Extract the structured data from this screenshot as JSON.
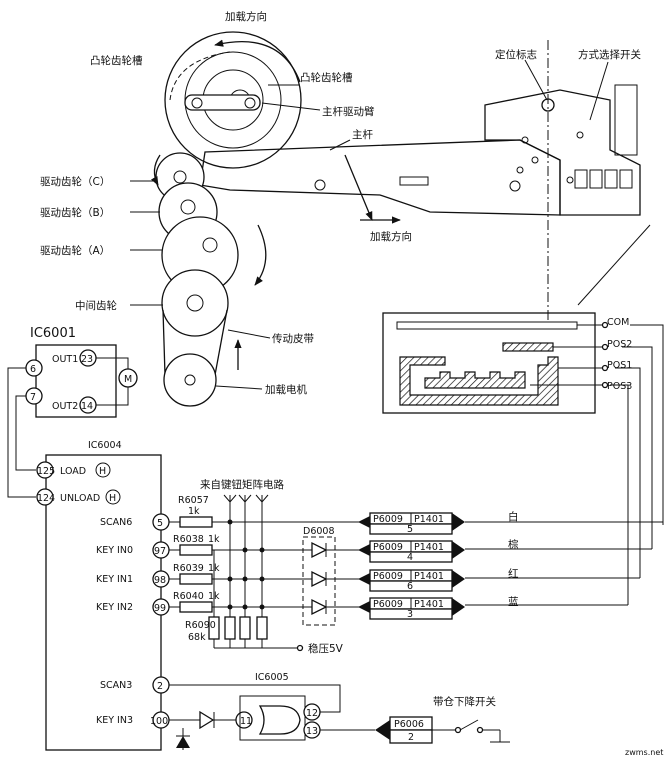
{
  "mechanism_labels": {
    "load_dir_top": "加载方向",
    "cam_gear_groove_left": "凸轮齿轮槽",
    "cam_gear_groove_right": "凸轮齿轮槽",
    "main_lever_arm": "主杆驱动臂",
    "main_lever": "主杆",
    "locate_mark": "定位标志",
    "mode_switch": "方式选择开关",
    "drive_gear_c": "驱动齿轮（C）",
    "drive_gear_b": "驱动齿轮（B）",
    "drive_gear_a": "驱动齿轮（A）",
    "load_dir_mid": "加载方向",
    "middle_gear": "中间齿轮",
    "belt": "传动皮带",
    "load_motor": "加载电机"
  },
  "ic6001": {
    "name": "IC6001",
    "pins": {
      "p6": "6",
      "p7": "7",
      "p23": "23",
      "p14": "14"
    },
    "out1": "OUT1",
    "out2": "OUT2",
    "motor": "M"
  },
  "ic6004": {
    "name": "IC6004",
    "load_pin": "125",
    "load_label": "LOAD",
    "unload_pin": "124",
    "unload_label": "UNLOAD",
    "h": "H",
    "pins": [
      {
        "num": "5",
        "label": "SCAN6"
      },
      {
        "num": "97",
        "label": "KEY IN0"
      },
      {
        "num": "98",
        "label": "KEY IN1"
      },
      {
        "num": "99",
        "label": "KEY IN2"
      },
      {
        "num": "2",
        "label": "SCAN3"
      },
      {
        "num": "100",
        "label": "KEY IN3"
      }
    ]
  },
  "resistors": {
    "r6057": "R6057",
    "r6057_val": "1k",
    "r6038": "R6038",
    "r6038_val": "1k",
    "r6039": "R6039",
    "r6039_val": "1k",
    "r6040": "R6040",
    "r6040_val": "1k",
    "r6090": "R6090",
    "r6090_val": "68k"
  },
  "key_matrix_label": "来自键钮矩阵电路",
  "regulated": "稳压5V",
  "diode": "D6008",
  "connectors": [
    {
      "a": "P6009",
      "b": "P1401",
      "pin": "5",
      "wire": "白"
    },
    {
      "a": "P6009",
      "b": "P1401",
      "pin": "4",
      "wire": "棕"
    },
    {
      "a": "P6009",
      "b": "P1401",
      "pin": "6",
      "wire": "红"
    },
    {
      "a": "P6009",
      "b": "P1401",
      "pin": "3",
      "wire": "蓝"
    }
  ],
  "switch_pads": {
    "com": "COM",
    "pos2": "POS2",
    "pos1": "POS1",
    "pos3": "POS3"
  },
  "ic6005": {
    "name": "IC6005",
    "p11": "11",
    "p12": "12",
    "p13": "13"
  },
  "p6006": {
    "name": "P6006",
    "pin": "2"
  },
  "tray_switch": "带仓下降开关",
  "watermark": "zwms.net"
}
